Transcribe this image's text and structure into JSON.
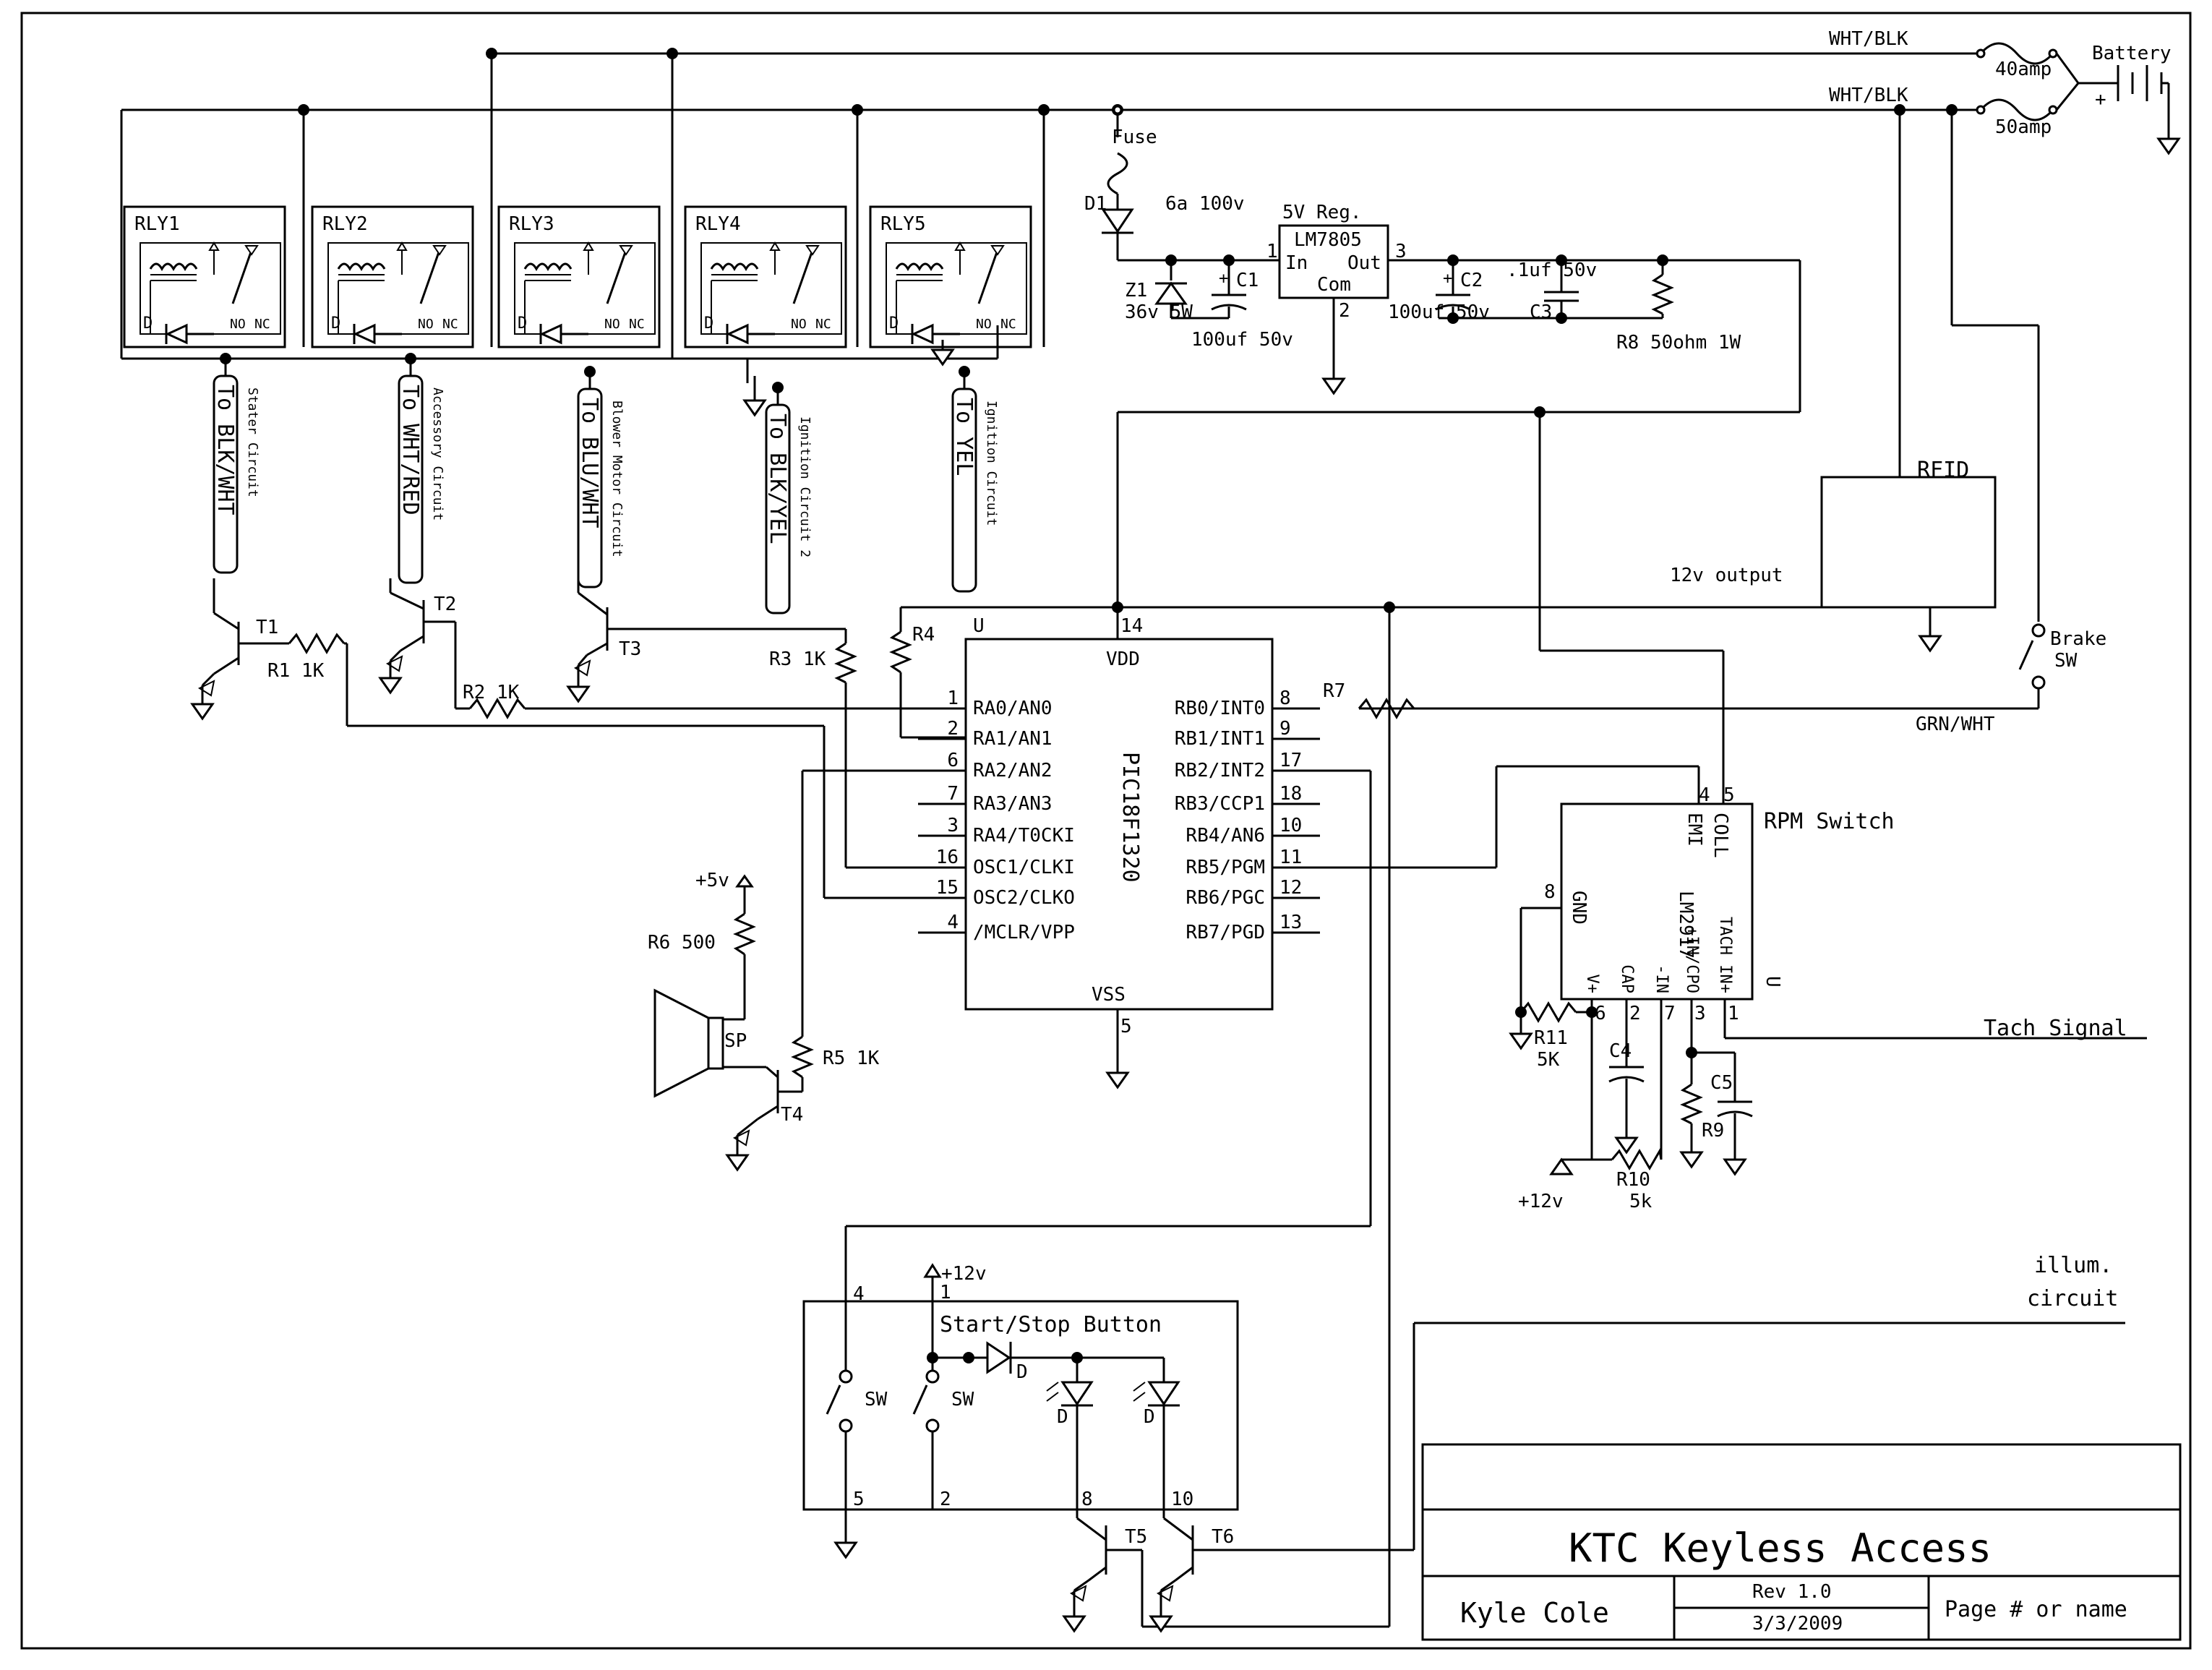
{
  "title_block": {
    "title": "KTC Keyless Access",
    "author": "Kyle Cole",
    "rev": "Rev 1.0",
    "date": "3/3/2009",
    "page": "Page # or name"
  },
  "power": {
    "wire_top": "WHT/BLK",
    "wire_mid": "WHT/BLK",
    "fuse_40": "40amp",
    "fuse_50": "50amp",
    "battery": "Battery",
    "plus": "+",
    "fuse": "Fuse",
    "d1": "D1",
    "d1_value": "6a 100v",
    "z1": "Z1",
    "z1_value": "36v 5W",
    "c1": "C1",
    "c1_value": "100uf 50v",
    "reg_label": "5V Reg.",
    "reg_part": "LM7805",
    "reg_in": "In",
    "reg_out": "Out",
    "reg_com": "Com",
    "pin1": "1",
    "pin2": "2",
    "pin3": "3",
    "c2": "C2",
    "c2_value": "100uf 50v",
    "c3": "C3",
    "c3_value": ".1uf 50v",
    "r8": "R8 50ohm 1W"
  },
  "relays": [
    {
      "name": "RLY1",
      "circuit": "Stater Circuit",
      "wire": "To BLK/WHT"
    },
    {
      "name": "RLY2",
      "circuit": "Accessory Circuit",
      "wire": "To WHT/RED"
    },
    {
      "name": "RLY3",
      "circuit": "Blower Motor Circuit",
      "wire": "To BLU/WHT"
    },
    {
      "name": "RLY4",
      "circuit": "Ignition Circuit 2",
      "wire": "To BLK/YEL"
    },
    {
      "name": "RLY5",
      "circuit": "Ignition Circuit",
      "wire": "To YEL"
    }
  ],
  "relay_pins": {
    "d": "D",
    "no": "NO",
    "nc": "NC"
  },
  "transistors": {
    "t1": "T1",
    "t2": "T2",
    "t3": "T3",
    "t4": "T4",
    "t5": "T5",
    "t6": "T6",
    "r1": "R1 1K",
    "r2": "R2 1K",
    "r3": "R3 1K",
    "r4": "R4",
    "r5": "R5 1K",
    "r6": "R6 500",
    "r7": "R7",
    "plus5": "+5v",
    "sp": "SP"
  },
  "mcu": {
    "part": "PIC18F1320",
    "u": "U",
    "vdd": "VDD",
    "vss": "VSS",
    "vdd_pin": "14",
    "vss_pin": "5",
    "left_pins": [
      {
        "num": "1",
        "name": "RA0/AN0"
      },
      {
        "num": "2",
        "name": "RA1/AN1"
      },
      {
        "num": "6",
        "name": "RA2/AN2"
      },
      {
        "num": "7",
        "name": "RA3/AN3"
      },
      {
        "num": "3",
        "name": "RA4/T0CKI"
      },
      {
        "num": "16",
        "name": "OSC1/CLKI"
      },
      {
        "num": "15",
        "name": "OSC2/CLKO"
      },
      {
        "num": "4",
        "name": "/MCLR/VPP"
      }
    ],
    "right_pins": [
      {
        "num": "8",
        "name": "RB0/INT0"
      },
      {
        "num": "9",
        "name": "RB1/INT1"
      },
      {
        "num": "17",
        "name": "RB2/INT2"
      },
      {
        "num": "18",
        "name": "RB3/CCP1"
      },
      {
        "num": "10",
        "name": "RB4/AN6"
      },
      {
        "num": "11",
        "name": "RB5/PGM"
      },
      {
        "num": "12",
        "name": "RB6/PGC"
      },
      {
        "num": "13",
        "name": "RB7/PGD"
      }
    ]
  },
  "rfid": {
    "label": "RFID",
    "output": "12v output"
  },
  "brake": {
    "label": "Brake",
    "sw": "SW",
    "wire": "GRN/WHT"
  },
  "rpm": {
    "title": "RPM Switch",
    "part": "LM2917",
    "u": "U",
    "pins_top": [
      {
        "num": "4",
        "name": "EMI"
      },
      {
        "num": "5",
        "name": "COLL"
      }
    ],
    "pin_gnd": {
      "num": "8",
      "name": "GND"
    },
    "pins_bottom": [
      {
        "num": "6",
        "name": "V+"
      },
      {
        "num": "2",
        "name": "CAP"
      },
      {
        "num": "7",
        "name": "-IN"
      },
      {
        "num": "3",
        "name": "+IN/CPO"
      },
      {
        "num": "1",
        "name": "TACH IN+"
      }
    ],
    "tach": "Tach Signal",
    "r11": "R11",
    "r11_value": "5K",
    "c4": "C4",
    "c5": "C5",
    "r9": "R9",
    "r10": "R10",
    "r10_value": "5k",
    "plus12": "+12v"
  },
  "button": {
    "title": "Start/Stop Button",
    "plus12": "+12v",
    "pin4": "4",
    "pin1": "1",
    "pin5": "5",
    "pin2": "2",
    "pin8": "8",
    "pin10": "10",
    "sw": "SW",
    "d": "D"
  },
  "illum": {
    "line1": "illum.",
    "line2": "circuit"
  }
}
